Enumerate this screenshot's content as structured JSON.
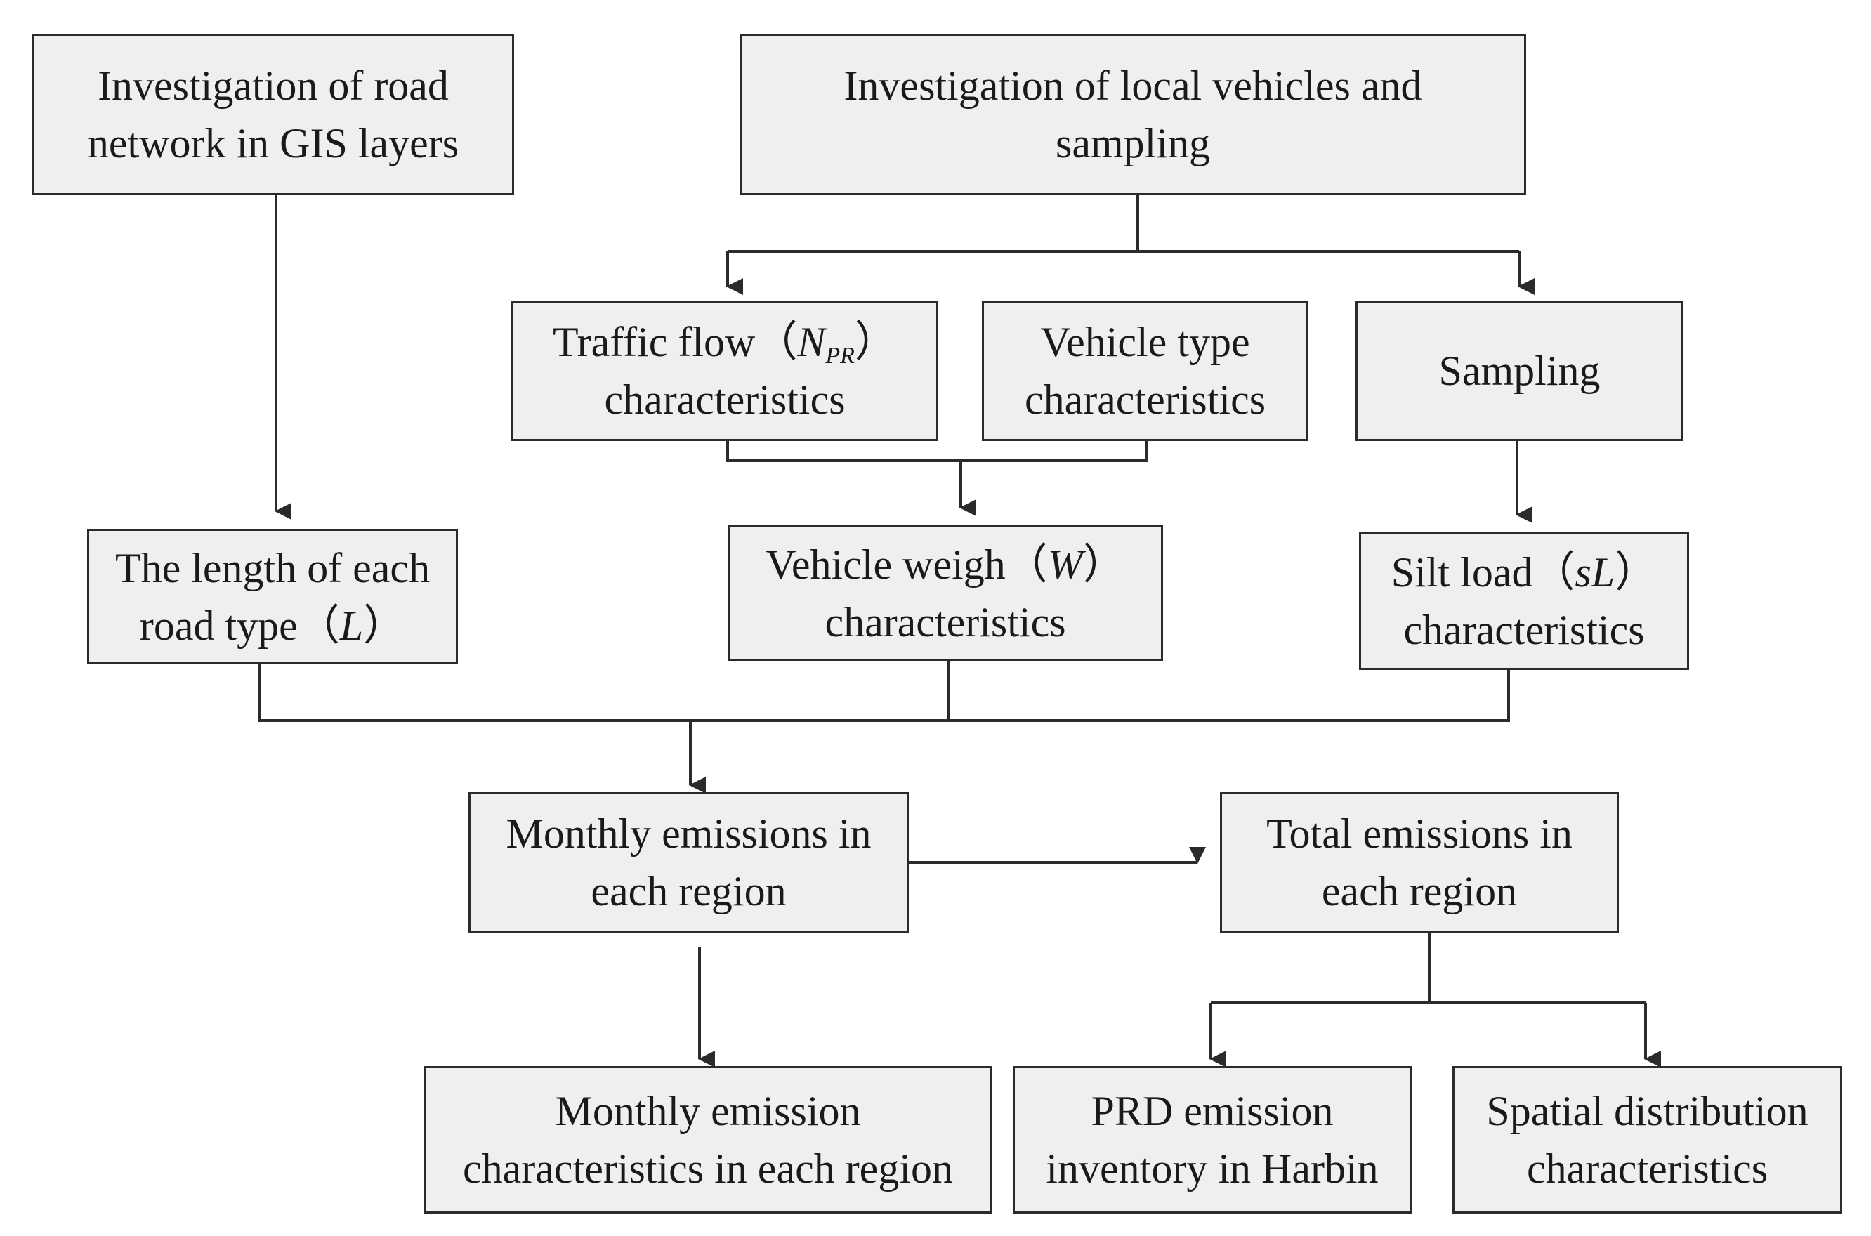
{
  "nodes": {
    "road_network": {
      "line1": "Investigation of road",
      "line2": "network in GIS layers"
    },
    "local_vehicles": {
      "line1": "Investigation of  local vehicles and",
      "line2": "sampling"
    },
    "traffic_flow": {
      "pre": "Traffic flow",
      "open": "（",
      "var": "N",
      "sub": "PR",
      "close": "）",
      "line2": "characteristics"
    },
    "vehicle_type": {
      "line1": "Vehicle type",
      "line2": "characteristics"
    },
    "sampling": {
      "line1": "Sampling"
    },
    "road_length": {
      "line1": "The length of each",
      "pre": "road type",
      "open": "（",
      "var": "L",
      "close": "）"
    },
    "vehicle_weigh": {
      "pre": "Vehicle weigh",
      "open": "（",
      "var": "W",
      "close": "）",
      "line2": "characteristics"
    },
    "silt_load": {
      "pre": "Silt load",
      "open": "（",
      "var": "sL",
      "close": "）",
      "line2": "characteristics"
    },
    "monthly_emissions": {
      "line1": "Monthly emissions in",
      "line2": "each region"
    },
    "total_emissions": {
      "line1": "Total emissions in",
      "line2": "each region"
    },
    "monthly_characteristics": {
      "line1": "Monthly emission",
      "line2": "characteristics in each region"
    },
    "prd_inventory": {
      "line1": "PRD emission",
      "line2": "inventory in Harbin"
    },
    "spatial_distribution": {
      "line1": "Spatial distribution",
      "line2": "characteristics"
    }
  },
  "colors": {
    "box_fill": "#efefef",
    "box_border": "#2b2b2b",
    "connector": "#2b2b2b",
    "text": "#1a1a1a"
  }
}
